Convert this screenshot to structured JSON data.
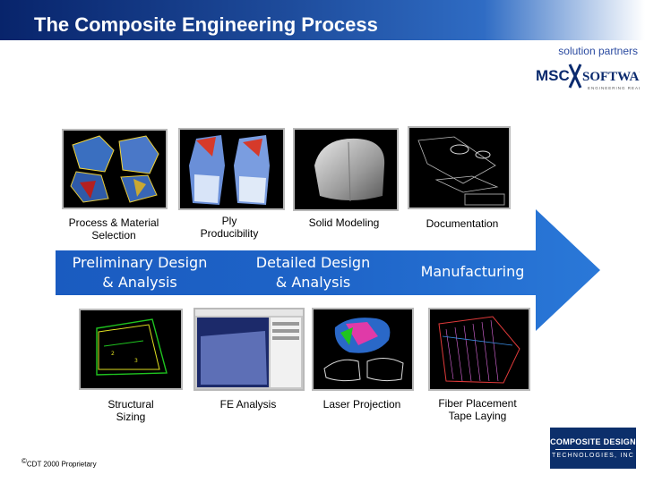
{
  "header": {
    "title": "The Composite Engineering Process"
  },
  "branding": {
    "solution_partners": "solution partners",
    "msc_logo_text": "MSC SOFTWARE",
    "cdt_logo_line1": "COMPOSITE DESIGN",
    "cdt_logo_line2": "TECHNOLOGIES, INC",
    "copyright": "CDT 2000 Proprietary"
  },
  "process_band": {
    "preliminary": "Preliminary Design\n& Analysis",
    "detailed": "Detailed Design\n& Analysis",
    "manufacturing": "Manufacturing"
  },
  "top_steps": [
    {
      "label": "Process & Material\nSelection"
    },
    {
      "label": "Ply\nProducibility"
    },
    {
      "label": "Solid Modeling"
    },
    {
      "label": "Documentation"
    }
  ],
  "bottom_steps": [
    {
      "label": "Structural\nSizing"
    },
    {
      "label": "FE Analysis"
    },
    {
      "label": "Laser Projection"
    },
    {
      "label": "Fiber Placement\nTape Laying"
    }
  ],
  "colors": {
    "header_dark": "#08246b",
    "band": "#1e64c8",
    "cdt_logo": "#0c2f6b"
  }
}
